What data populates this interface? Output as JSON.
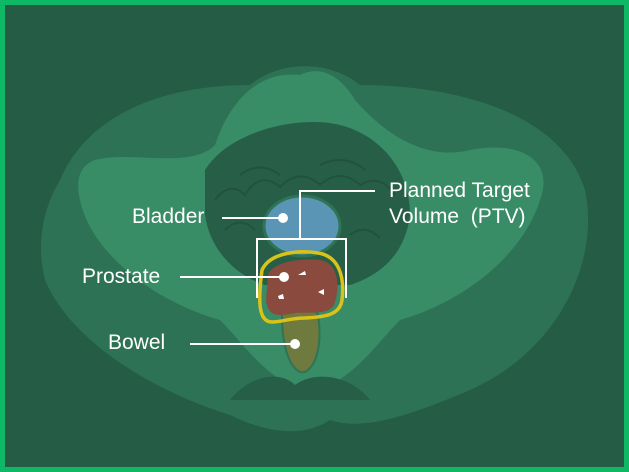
{
  "labels": {
    "bladder": "Bladder",
    "ptv_line1": "Planned Target",
    "ptv_line2": "Volume  (PTV)",
    "prostate": "Prostate",
    "bowel": "Bowel"
  },
  "colors": {
    "border": "#0fb864",
    "background": "#245c45",
    "body": "#3a8f68",
    "bladder": "#5b95b5",
    "prostate": "#8a4a3e",
    "bowel": "#6f7a3e",
    "ptv_outline": "#d9c21a"
  }
}
